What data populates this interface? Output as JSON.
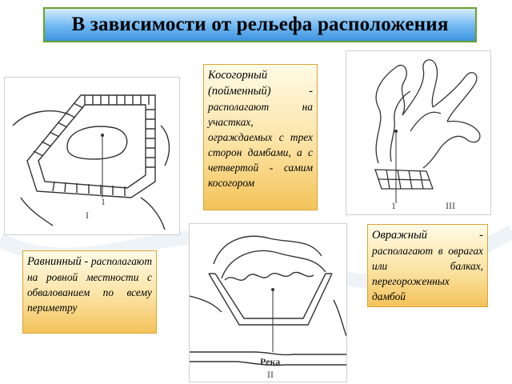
{
  "title": "В зависимости от рельефа расположения",
  "callouts": {
    "kosogorny": {
      "head": "Косогорный (пойменный) -",
      "body": "располагают на участках, ограждаемых с трех сторон дамбами, а с четвертой - самим косогором"
    },
    "ravninny": {
      "head": "Равнинный -",
      "body": "располагают на ровной местности с обвалованием по всему периметру"
    },
    "ovrazhny": {
      "head": "Овражный -",
      "body": "располагают в оврагах или балках, перегороженных дамбой"
    }
  },
  "figures": {
    "fig1": {
      "label_small": "1",
      "label_roman": "I"
    },
    "fig2": {
      "river_label": "Река",
      "label_roman": "II"
    },
    "fig3": {
      "label_small": "1",
      "label_roman": "III"
    }
  },
  "colors": {
    "title_bg": "#4a9de2",
    "title_border": "#6aa22a",
    "callout_bg": "#f6c660",
    "callout_border": "#d9a336"
  }
}
